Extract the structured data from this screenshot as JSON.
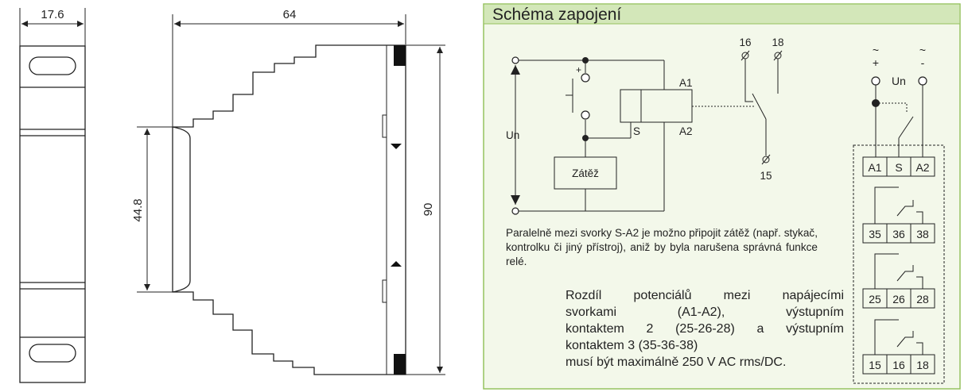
{
  "colors": {
    "panel_border": "#95c25f",
    "panel_header_fill": "#d3e7b9",
    "panel_fill": "#f3f8ea",
    "line": "#222222",
    "fill_dark": "#111111"
  },
  "dimensions": {
    "width": "17.6",
    "depth": "64",
    "front_height": "44.8",
    "height": "90"
  },
  "schematic": {
    "title": "Schéma zapojení",
    "un_label": "Un",
    "plus_label": "+",
    "load_label": "Zátěž",
    "a1_label": "A1",
    "a2_label": "A2",
    "s_label": "S",
    "contact_16": "16",
    "contact_18": "18",
    "contact_15": "15"
  },
  "terminal_diagram": {
    "ac_symbol": "~",
    "plus": "+",
    "minus": "-",
    "un_label": "Un",
    "rows": [
      [
        "A1",
        "S",
        "A2"
      ],
      [
        "35",
        "36",
        "38"
      ],
      [
        "25",
        "26",
        "28"
      ],
      [
        "15",
        "16",
        "18"
      ]
    ]
  },
  "notes": {
    "parallel_load": "Paralelně mezi svorky S-A2 je možno připojit zátěž (např. stykač, kontrolku či jiný přístroj), aniž by byla narušena správná funkce relé.",
    "potential_lines": [
      "Rozdíl potenciálů mezi napájecími",
      "svorkami (A1-A2), výstupním",
      "kontaktem 2 (25-26-28) a výstupním",
      "kontaktem 3 (35-36-38)",
      "musí být maximálně 250 V AC rms/DC."
    ]
  }
}
